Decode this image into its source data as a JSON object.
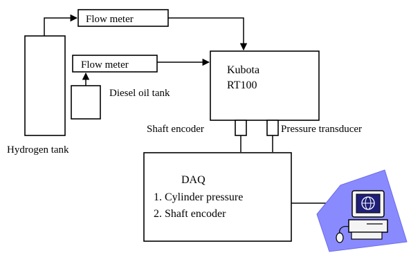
{
  "diagram": {
    "flow_meter_top": "Flow meter",
    "flow_meter_left": "Flow meter",
    "engine": {
      "line1": "Kubota",
      "line2": "RT100"
    },
    "diesel_tank": "Diesel oil tank",
    "hydrogen_tank": "Hydrogen tank",
    "shaft_encoder": "Shaft encoder",
    "pressure_transducer": "Pressure transducer",
    "daq": {
      "title": "DAQ",
      "item1": "1. Cylinder pressure",
      "item2": "2. Shaft encoder"
    },
    "computer_icon": "computer-icon",
    "colors": {
      "computer_bg": "#8080ff",
      "monitor_accent": "#1f1f7a"
    }
  }
}
